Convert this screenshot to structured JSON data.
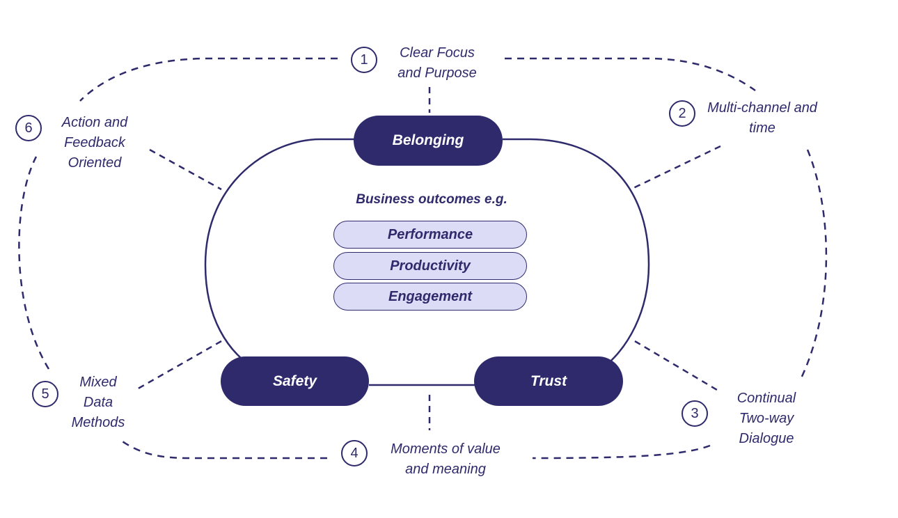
{
  "core_pills": {
    "belonging": "Belonging",
    "safety": "Safety",
    "trust": "Trust"
  },
  "outcomes": {
    "title": "Business outcomes e.g.",
    "items": [
      "Performance",
      "Productivity",
      "Engagement"
    ]
  },
  "principles": [
    {
      "number": "1",
      "lines": [
        "Clear Focus",
        "and Purpose"
      ]
    },
    {
      "number": "2",
      "lines": [
        "Multi-channel and",
        "time"
      ]
    },
    {
      "number": "3",
      "lines": [
        "Continual",
        "Two-way",
        "Dialogue"
      ]
    },
    {
      "number": "4",
      "lines": [
        "Moments of value",
        "and meaning"
      ]
    },
    {
      "number": "5",
      "lines": [
        "Mixed",
        "Data",
        "Methods"
      ]
    },
    {
      "number": "6",
      "lines": [
        "Action and",
        "Feedback",
        "Oriented"
      ]
    }
  ],
  "colors": {
    "primary": "#2e2a6b",
    "outcome_fill": "#dcdcf6",
    "background": "#ffffff"
  }
}
